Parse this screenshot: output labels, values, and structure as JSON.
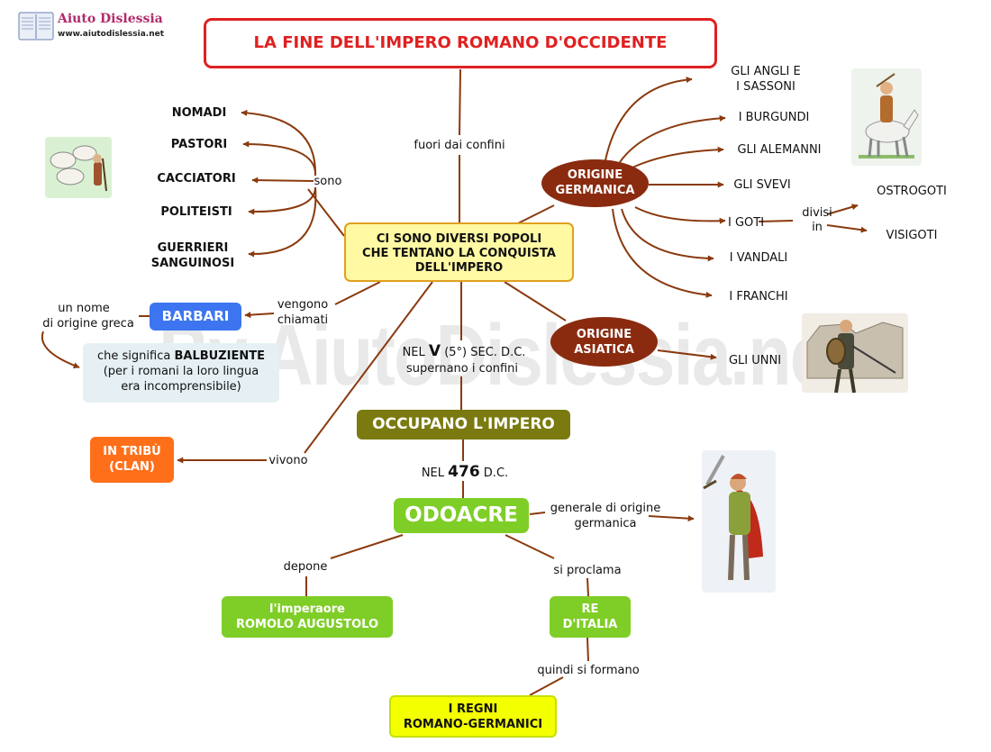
{
  "logo": {
    "name": "Aiuto Dislessia",
    "url": "www.aiutodislessia.net"
  },
  "watermark": "By AiutoDislessia.net",
  "title": "LA FINE DELL'IMPERO ROMANO D'OCCIDENTE",
  "central": {
    "line1": "CI SONO DIVERSI POPOLI",
    "line2": "CHE TENTANO LA CONQUISTA",
    "line3": "DELL'IMPERO"
  },
  "links": {
    "fuori": "fuori dai confini",
    "sono": "sono",
    "vengono1": "vengono",
    "vengono2": "chiamati",
    "vivono": "vivono",
    "nome1": "un nome",
    "nome2": "di origine greca",
    "divisi1": "divisi",
    "divisi2": "in",
    "depone": "depone",
    "proclama": "si proclama",
    "quindi": "quindi si formano",
    "generale1": "generale di origine",
    "generale2": "germanica"
  },
  "attributes": [
    "NOMADI",
    "PASTORI",
    "CACCIATORI",
    "POLITEISTI",
    "GUERRIERI",
    "SANGUINOSI"
  ],
  "germanic": {
    "label1": "ORIGINE",
    "label2": "GERMANICA",
    "peoples": [
      "GLI ANGLI E",
      "I SASSONI",
      "I BURGUNDI",
      "GLI ALEMANNI",
      "GLI SVEVI",
      "I GOTI",
      "I VANDALI",
      "I FRANCHI"
    ],
    "goti_branches": [
      "OSTROGOTI",
      "VISIGOTI"
    ]
  },
  "asian": {
    "label1": "ORIGINE",
    "label2": "ASIATICA",
    "people": "GLI UNNI"
  },
  "barbari": "BARBARI",
  "balbuziente": {
    "pre": "che significa",
    "word": "BALBUZIENTE",
    "line2": "(per i romani la loro lingua",
    "line3": "era incomprensibile)"
  },
  "tribu": {
    "line1": "IN TRIBÙ",
    "line2": "(CLAN)"
  },
  "fifth_century": {
    "pre": "NEL",
    "big": "V",
    "post": "(5°) SEC. D.C.",
    "line2": "supernano i confini"
  },
  "occupano": "OCCUPANO L'IMPERO",
  "year": {
    "pre": "NEL",
    "big": "476",
    "post": "D.C."
  },
  "odoacre": "ODOACRE",
  "imperatore": {
    "line1": "l'imperaore",
    "line2": "ROMOLO AUGUSTOLO"
  },
  "re": {
    "line1": "RE",
    "line2": "D'ITALIA"
  },
  "regni": {
    "line1": "I REGNI",
    "line2": "ROMANO-GERMANICI"
  },
  "colors": {
    "title": "#e02020",
    "oval": "#8a2b10",
    "barbari": "#3d75f0",
    "occupano": "#7a7a10",
    "green": "#7fce27",
    "tribu": "#ff6f1a",
    "regni": "#f4ff00",
    "arrow": "#8a3a0e"
  }
}
